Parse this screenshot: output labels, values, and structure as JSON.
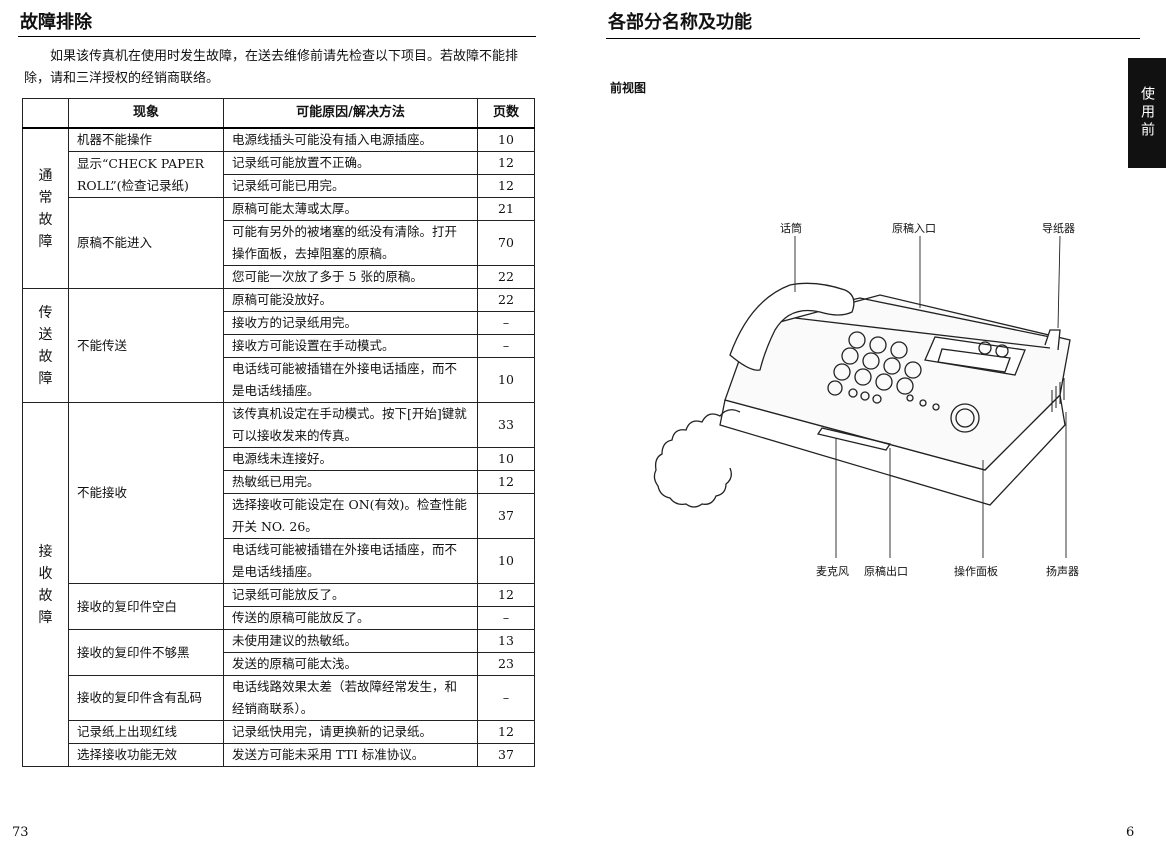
{
  "left_page": {
    "title": "故障排除",
    "intro": "如果该传真机在使用时发生故障，在送去维修前请先检查以下项目。若故障不能排除，请和三洋授权的经销商联络。",
    "headers": [
      "现象",
      "可能原因/解决方法",
      "页数"
    ],
    "categories": {
      "general": "通常故障",
      "send": "传送故障",
      "receive": "接收故障"
    },
    "symptoms": {
      "s1": "机器不能操作",
      "s2": "显示“CHECK PAPER ROLL”(检查记录纸)",
      "s3": "原稿不能进入",
      "s4": "不能传送",
      "s5": "不能接收",
      "s6": "接收的复印件空白",
      "s7": "接收的复印件不够黑",
      "s8": "接收的复印件含有乱码",
      "s9": "记录纸上出现红线",
      "s10": "选择接收功能无效"
    },
    "rows": [
      {
        "cause": "电源线插头可能没有插入电源插座。",
        "page": "10"
      },
      {
        "cause": "记录纸可能放置不正确。",
        "page": "12"
      },
      {
        "cause": "记录纸可能已用完。",
        "page": "12"
      },
      {
        "cause": "原稿可能太薄或太厚。",
        "page": "21"
      },
      {
        "cause": "可能有另外的被堵塞的纸没有清除。打开操作面板，去掉阻塞的原稿。",
        "page": "70"
      },
      {
        "cause": "您可能一次放了多于 5 张的原稿。",
        "page": "22"
      },
      {
        "cause": "原稿可能没放好。",
        "page": "22"
      },
      {
        "cause": "接收方的记录纸用完。",
        "page": "–"
      },
      {
        "cause": "接收方可能设置在手动模式。",
        "page": "–"
      },
      {
        "cause": "电话线可能被插错在外接电话插座，而不是电话线插座。",
        "page": "10"
      },
      {
        "cause": "该传真机设定在手动模式。按下[开始]键就可以接收发来的传真。",
        "page": "33"
      },
      {
        "cause": "电源线未连接好。",
        "page": "10"
      },
      {
        "cause": "热敏纸已用完。",
        "page": "12"
      },
      {
        "cause": "选择接收可能设定在 ON(有效)。检查性能开关 NO. 26。",
        "page": "37"
      },
      {
        "cause": "电话线可能被插错在外接电话插座，而不是电话线插座。",
        "page": "10"
      },
      {
        "cause": "记录纸可能放反了。",
        "page": "12"
      },
      {
        "cause": "传送的原稿可能放反了。",
        "page": "–"
      },
      {
        "cause": "未使用建议的热敏纸。",
        "page": "13"
      },
      {
        "cause": "发送的原稿可能太浅。",
        "page": "23"
      },
      {
        "cause": "电话线路效果太差（若故障经常发生，和经销商联系）。",
        "page": "–"
      },
      {
        "cause": "记录纸快用完，请更换新的记录纸。",
        "page": "12"
      },
      {
        "cause": "发送方可能未采用 TTI 标准协议。",
        "page": "37"
      }
    ],
    "page_number": "73"
  },
  "right_page": {
    "title": "各部分名称及功能",
    "subtitle": "前视图",
    "side_tab": "使用前",
    "labels": {
      "handset": "话筒",
      "doc_inlet": "原稿入口",
      "paper_guide": "导纸器",
      "microphone": "麦克风",
      "doc_outlet": "原稿出口",
      "panel": "操作面板",
      "speaker": "扬声器"
    },
    "page_number": "6"
  }
}
